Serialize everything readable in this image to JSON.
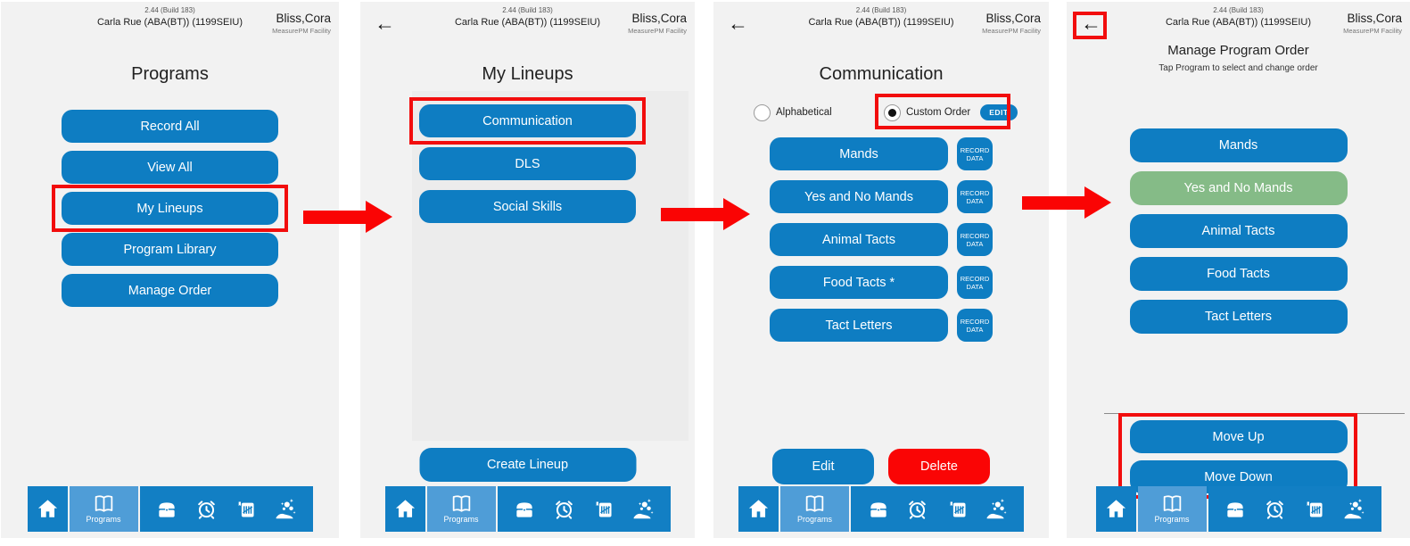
{
  "app": {
    "version_line": "2.44 (Build 183)",
    "user_line": "Carla Rue (ABA(BT)) (1199SEIU)",
    "client_name": "Bliss,Cora",
    "facility": "MeasurePM Facility",
    "back_glyph": "←"
  },
  "nav": {
    "programs_label": "Programs",
    "icons": [
      "home-icon",
      "book-icon",
      "treasure-chest-icon",
      "alarm-clock-icon",
      "calendar-tally-icon",
      "hand-sparkles-icon"
    ]
  },
  "colors": {
    "primary_blue": "#0e7dc2",
    "nav_blue": "#127fc4",
    "nav_selected_blue": "#4f9dd7",
    "highlight_red": "#f20d0d",
    "delete_red": "#fa0505",
    "selected_green": "#85bb87"
  },
  "screen1": {
    "title": "Programs",
    "buttons": [
      {
        "label": "Record All"
      },
      {
        "label": "View All"
      },
      {
        "label": "My Lineups",
        "highlight": true
      },
      {
        "label": "Program Library"
      },
      {
        "label": "Manage Order"
      }
    ]
  },
  "screen2": {
    "title": "My Lineups",
    "lineups": [
      {
        "label": "Communication",
        "highlight": true
      },
      {
        "label": "DLS"
      },
      {
        "label": "Social Skills"
      }
    ],
    "create_label": "Create Lineup"
  },
  "screen3": {
    "title": "Communication",
    "sort": {
      "alphabetical": {
        "label": "Alphabetical",
        "selected": false
      },
      "custom": {
        "label": "Custom Order",
        "selected": true,
        "edit_label": "EDIT"
      }
    },
    "record_line1": "RECORD",
    "record_line2": "DATA",
    "programs": [
      {
        "label": "Mands"
      },
      {
        "label": "Yes and No Mands"
      },
      {
        "label": "Animal Tacts"
      },
      {
        "label": "Food Tacts *"
      },
      {
        "label": "Tact Letters"
      }
    ],
    "edit_label": "Edit",
    "delete_label": "Delete"
  },
  "screen4": {
    "title": "Manage Program Order",
    "subtitle": "Tap Program to select and change order",
    "programs": [
      {
        "label": "Mands"
      },
      {
        "label": "Yes and No Mands",
        "selected": true
      },
      {
        "label": "Animal Tacts"
      },
      {
        "label": "Food Tacts"
      },
      {
        "label": "Tact Letters"
      }
    ],
    "move_up_label": "Move Up",
    "move_down_label": "Move Down"
  }
}
